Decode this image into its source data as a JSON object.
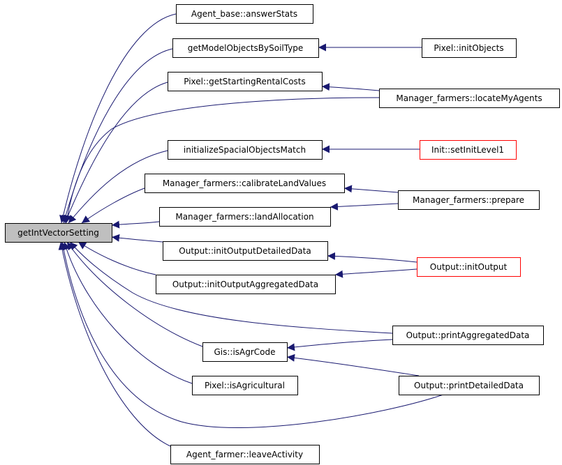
{
  "colors": {
    "edge": "#191970",
    "root_fill": "#bfbfbf",
    "node_border": "#000000",
    "red_border": "#ff0000"
  },
  "nodes": [
    {
      "id": "root",
      "label": "getIntVectorSetting",
      "style": "root"
    },
    {
      "id": "n_answerStats",
      "label": "Agent_base::answerStats"
    },
    {
      "id": "n_getModelObjects",
      "label": "getModelObjectsBySoilType"
    },
    {
      "id": "n_initObjects",
      "label": "Pixel::initObjects"
    },
    {
      "id": "n_getStartingRental",
      "label": "Pixel::getStartingRentalCosts"
    },
    {
      "id": "n_locateMyAgents",
      "label": "Manager_farmers::locateMyAgents"
    },
    {
      "id": "n_initSpacial",
      "label": "initializeSpacialObjectsMatch"
    },
    {
      "id": "n_setInitLevel1",
      "label": "Init::setInitLevel1",
      "style": "red"
    },
    {
      "id": "n_calibrate",
      "label": "Manager_farmers::calibrateLandValues"
    },
    {
      "id": "n_prepare",
      "label": "Manager_farmers::prepare"
    },
    {
      "id": "n_landAllocation",
      "label": "Manager_farmers::landAllocation"
    },
    {
      "id": "n_initOutDetailed",
      "label": "Output::initOutputDetailedData"
    },
    {
      "id": "n_initOutput",
      "label": "Output::initOutput",
      "style": "red"
    },
    {
      "id": "n_initOutAggregated",
      "label": "Output::initOutputAggregatedData"
    },
    {
      "id": "n_printAggregated",
      "label": "Output::printAggregatedData"
    },
    {
      "id": "n_isAgrCode",
      "label": "Gis::isAgrCode"
    },
    {
      "id": "n_isAgricultural",
      "label": "Pixel::isAgricultural"
    },
    {
      "id": "n_printDetailed",
      "label": "Output::printDetailedData"
    },
    {
      "id": "n_leaveActivity",
      "label": "Agent_farmer::leaveActivity"
    }
  ],
  "edges": [
    {
      "from": "n_answerStats",
      "to": "root"
    },
    {
      "from": "n_getModelObjects",
      "to": "root"
    },
    {
      "from": "n_getStartingRental",
      "to": "root"
    },
    {
      "from": "n_locateMyAgents",
      "to": "root"
    },
    {
      "from": "n_initSpacial",
      "to": "root"
    },
    {
      "from": "n_calibrate",
      "to": "root"
    },
    {
      "from": "n_landAllocation",
      "to": "root"
    },
    {
      "from": "n_initOutDetailed",
      "to": "root"
    },
    {
      "from": "n_initOutAggregated",
      "to": "root"
    },
    {
      "from": "n_printAggregated",
      "to": "root"
    },
    {
      "from": "n_isAgrCode",
      "to": "root"
    },
    {
      "from": "n_isAgricultural",
      "to": "root"
    },
    {
      "from": "n_printDetailed",
      "to": "root"
    },
    {
      "from": "n_leaveActivity",
      "to": "root"
    },
    {
      "from": "n_initObjects",
      "to": "n_getModelObjects"
    },
    {
      "from": "n_locateMyAgents",
      "to": "n_getStartingRental"
    },
    {
      "from": "n_setInitLevel1",
      "to": "n_initSpacial"
    },
    {
      "from": "n_prepare",
      "to": "n_calibrate"
    },
    {
      "from": "n_prepare",
      "to": "n_landAllocation"
    },
    {
      "from": "n_initOutput",
      "to": "n_initOutDetailed"
    },
    {
      "from": "n_initOutput",
      "to": "n_initOutAggregated"
    },
    {
      "from": "n_printAggregated",
      "to": "n_isAgrCode"
    },
    {
      "from": "n_printDetailed",
      "to": "n_isAgrCode"
    }
  ]
}
